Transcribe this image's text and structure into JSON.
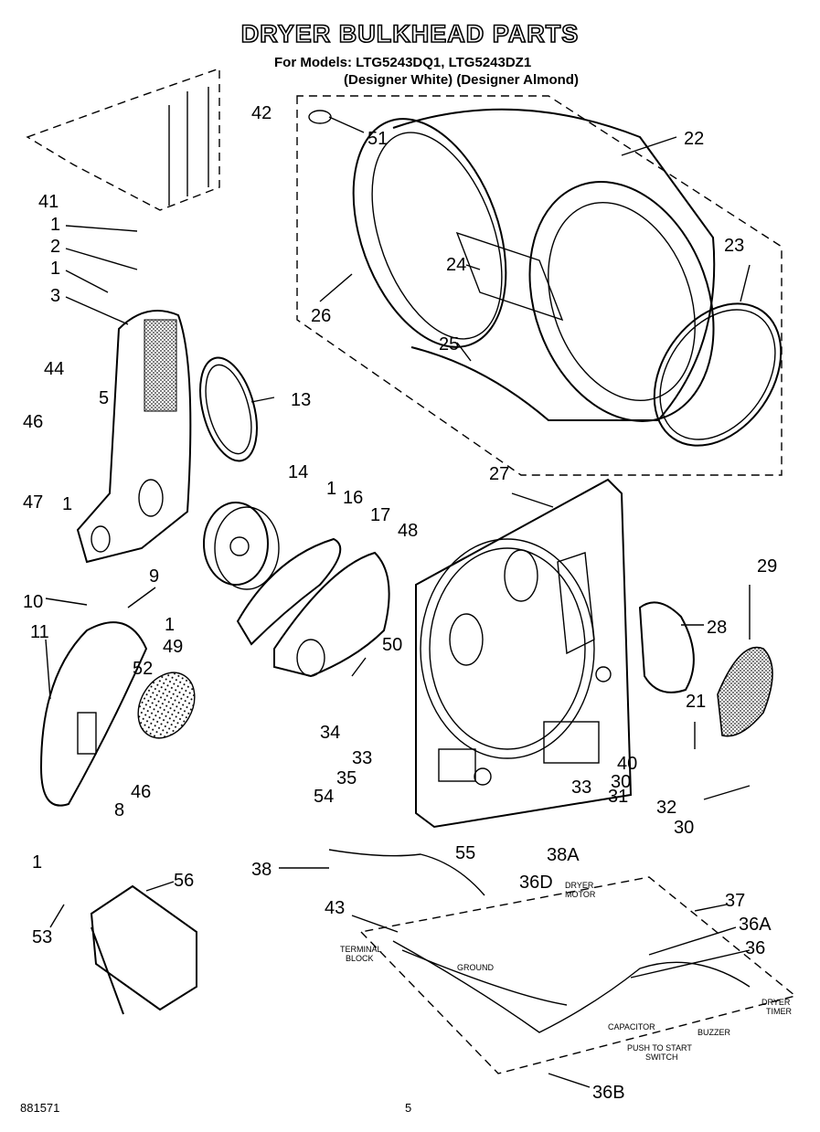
{
  "header": {
    "title": "DRYER BULKHEAD PARTS",
    "models": "For Models: LTG5243DQ1, LTG5243DZ1",
    "colors": "(Designer White) (Designer Almond)"
  },
  "footer": {
    "doc_number": "881571",
    "page_number": "5"
  },
  "callouts": [
    "1",
    "2",
    "1",
    "3",
    "41",
    "42",
    "44",
    "5",
    "46",
    "47",
    "1",
    "9",
    "10",
    "11",
    "13",
    "14",
    "1",
    "16",
    "17",
    "48",
    "49",
    "1",
    "52",
    "8",
    "46",
    "1",
    "53",
    "56",
    "50",
    "34",
    "33",
    "35",
    "54",
    "38",
    "55",
    "38A",
    "36D",
    "43",
    "37",
    "36A",
    "36",
    "36B",
    "51",
    "22",
    "23",
    "24",
    "25",
    "26",
    "27",
    "29",
    "28",
    "21",
    "40",
    "30",
    "33",
    "31",
    "32",
    "30"
  ],
  "wiring_labels": {
    "dryer_motor": "DRYER\nMOTOR",
    "terminal_block": "TERMINAL\nBLOCK",
    "ground": "GROUND",
    "capacitor": "CAPACITOR",
    "push_to_start": "PUSH TO START\nSWITCH",
    "buzzer": "BUZZER",
    "dryer_timer": "DRYER\nTIMER"
  }
}
